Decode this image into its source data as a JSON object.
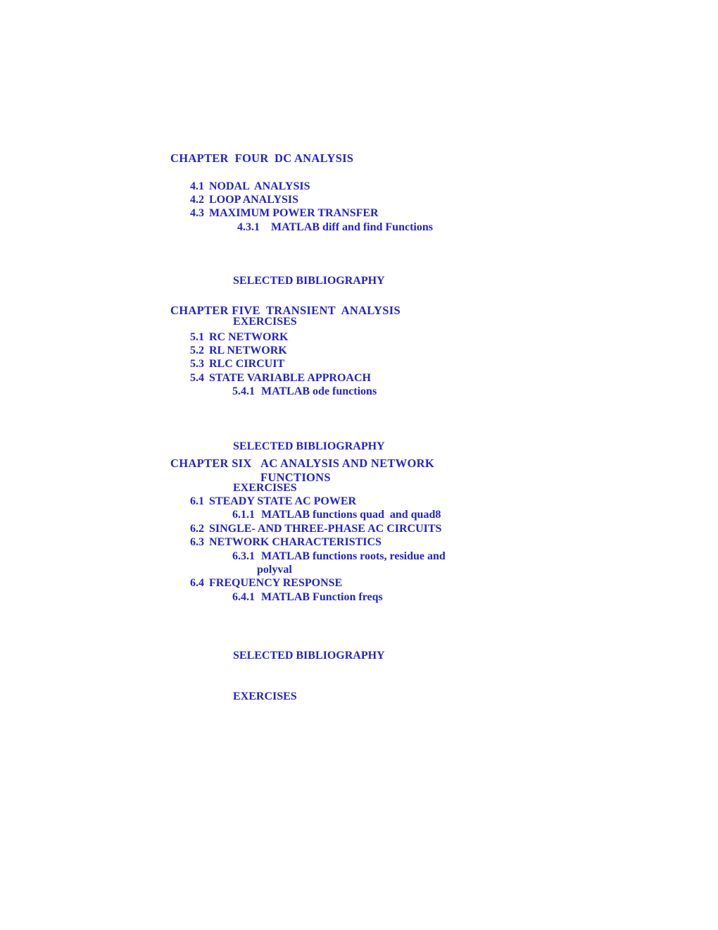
{
  "colors": {
    "text_blue": "#2222cd",
    "background": "#ffffff"
  },
  "chapters": [
    {
      "label": "CHAPTER  FOUR",
      "title": "DC ANALYSIS",
      "lines": [
        {
          "num": "4.1",
          "text": "NODAL  ANALYSIS"
        },
        {
          "num": "4.2",
          "text": "LOOP ANALYSIS"
        },
        {
          "num": "4.3",
          "text": "MAXIMUM POWER TRANSFER"
        },
        {
          "num": "4.3.1",
          "text": "MATLAB diff and find Functions"
        }
      ],
      "bibliography": "SELECTED BIBLIOGRAPHY",
      "exercises": "EXERCISES"
    },
    {
      "label": "CHAPTER FIVE",
      "title": "TRANSIENT  ANALYSIS",
      "lines": [
        {
          "num": "5.1",
          "text": "RC NETWORK"
        },
        {
          "num": "5.2",
          "text": "RL NETWORK"
        },
        {
          "num": "5.3",
          "text": "RLC CIRCUIT"
        },
        {
          "num": "5.4",
          "text": "STATE VARIABLE APPROACH"
        },
        {
          "num": "5.4.1",
          "text": "MATLAB ode functions"
        }
      ],
      "bibliography": "SELECTED BIBLIOGRAPHY",
      "exercises": "EXERCISES"
    },
    {
      "label": "CHAPTER SIX",
      "title": "AC ANALYSIS AND NETWORK FUNCTIONS",
      "lines": [
        {
          "num": "6.1",
          "text": "STEADY STATE AC POWER"
        },
        {
          "num": "6.1.1",
          "text": "MATLAB functions quad  and quad8"
        },
        {
          "num": "6.2",
          "text": "SINGLE- AND THREE-PHASE AC CIRCUITS"
        },
        {
          "num": "6.3",
          "text": "NETWORK CHARACTERISTICS"
        },
        {
          "num": "6.3.1",
          "text": "MATLAB functions roots, residue and"
        },
        {
          "num": "",
          "text": "polyval"
        },
        {
          "num": "6.4",
          "text": "FREQUENCY RESPONSE"
        },
        {
          "num": "6.4.1",
          "text": "MATLAB Function freqs"
        }
      ],
      "bibliography": "SELECTED BIBLIOGRAPHY",
      "exercises": "EXERCISES"
    }
  ]
}
